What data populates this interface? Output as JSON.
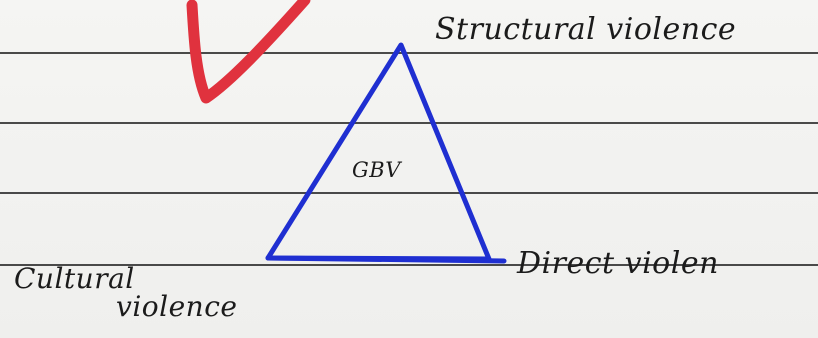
{
  "diagram": {
    "center_label": "GBV",
    "top_vertex_label": "Structural violence",
    "left_vertex_label_line1": "Cultural",
    "left_vertex_label_line2": "violence",
    "right_vertex_label": "Direct violen"
  },
  "colors": {
    "triangle_stroke": "#1f2fd1",
    "tick_mark": "#e0323e",
    "ink": "#1b1b1b",
    "paper": "#f3f3f1",
    "ruled_line": "#2b2b2b"
  }
}
